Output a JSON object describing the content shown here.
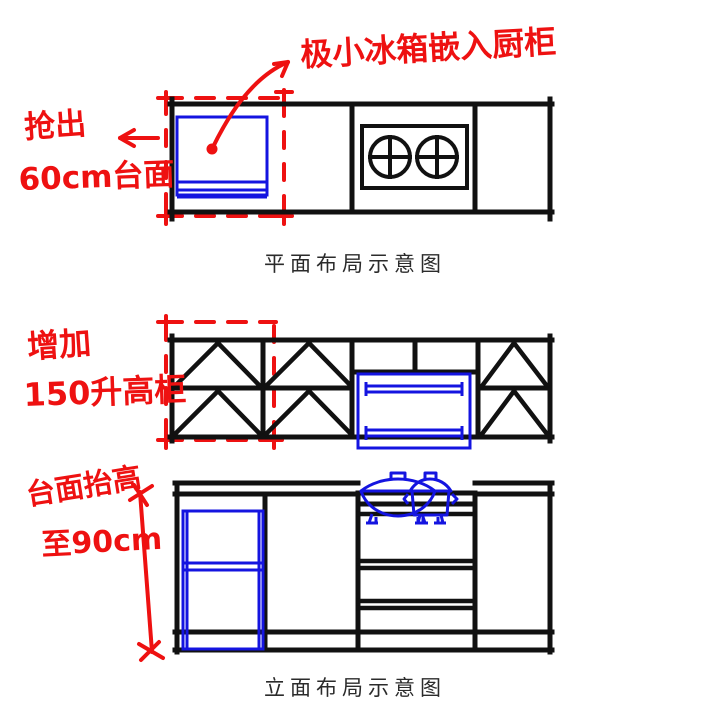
{
  "document": {
    "title": "厨房布局手绘示意图",
    "background_color": "#ffffff",
    "ink_black": "#111111",
    "ink_blue": "#1414e0",
    "ink_red": "#ee1111"
  },
  "annotations": [
    {
      "id": "fridge-note",
      "text": "极小冰箱嵌入厨柜",
      "color": "#ee1111",
      "position": "top-right",
      "points_to": "plan-fridge"
    },
    {
      "id": "counter-gain-note",
      "line1": "抢出",
      "line2": "60cm台面",
      "color": "#ee1111",
      "position": "left-of-plan",
      "points_to": "plan-left-bay"
    },
    {
      "id": "tall-cabinet-note",
      "line1": "增加",
      "line2": "150升高柜",
      "color": "#ee1111",
      "position": "left-of-upper-elevation",
      "points_to": "upper-left-bay"
    },
    {
      "id": "counter-height-note",
      "line1": "台面抬高",
      "line2": "至90cm",
      "color": "#ee1111",
      "position": "left-of-lower-elevation",
      "points_to": "elevation-height-dimension"
    }
  ],
  "figures": [
    {
      "id": "plan",
      "caption": "平面布局示意图",
      "elements": [
        {
          "name": "fridge",
          "color": "#1414e0",
          "label": "极小冰箱"
        },
        {
          "name": "cooktop",
          "color": "#111111",
          "burners": 2
        },
        {
          "name": "highlight-region",
          "color": "#ee1111",
          "style": "dashed"
        }
      ]
    },
    {
      "id": "upper-elevation",
      "caption": "",
      "elements": [
        {
          "name": "wall-cabinets",
          "count": 6,
          "color": "#111111"
        },
        {
          "name": "range-hood",
          "color": "#1414e0"
        },
        {
          "name": "highlight-region",
          "color": "#ee1111",
          "style": "dashed"
        }
      ]
    },
    {
      "id": "lower-elevation",
      "caption": "立面布局示意图",
      "elements": [
        {
          "name": "tall-fridge-cabinet",
          "color": "#1414e0"
        },
        {
          "name": "base-cabinet",
          "color": "#111111"
        },
        {
          "name": "drawer-stack",
          "count": 3,
          "color": "#111111"
        },
        {
          "name": "wok",
          "color": "#1414e0"
        },
        {
          "name": "pot",
          "color": "#1414e0"
        },
        {
          "name": "height-dimension",
          "color": "#ee1111",
          "value": "90cm"
        }
      ]
    }
  ],
  "captions": {
    "plan": "平面布局示意图",
    "elevation": "立面布局示意图"
  }
}
